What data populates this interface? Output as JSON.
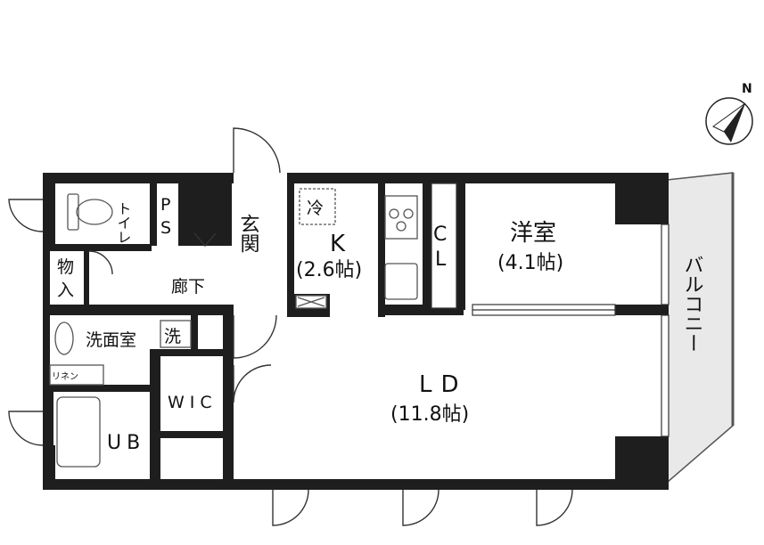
{
  "compass": {
    "label": "N",
    "icon": "north-arrow-icon"
  },
  "rooms": {
    "toilet": "トイレ",
    "ps_top": "P",
    "ps_bottom": "S",
    "entrance": "玄関",
    "fridge": "冷",
    "kitchen_name": "K",
    "kitchen_size": "(2.6帖)",
    "closet_top": "C",
    "closet_bottom": "L",
    "western_name": "洋室",
    "western_size": "(4.1帖)",
    "balcony": "バルコニー",
    "storage_top": "物",
    "storage_bottom": "入",
    "hallway": "廊下",
    "washroom": "洗面室",
    "washer": "洗",
    "linen": "リネン",
    "wic": "WIC",
    "bath": "UB",
    "ld_name": "LD",
    "ld_size": "(11.8帖)"
  },
  "colors": {
    "wall": "#1e1e1e",
    "balcony_fill": "#e9e9e9",
    "background": "#ffffff"
  }
}
